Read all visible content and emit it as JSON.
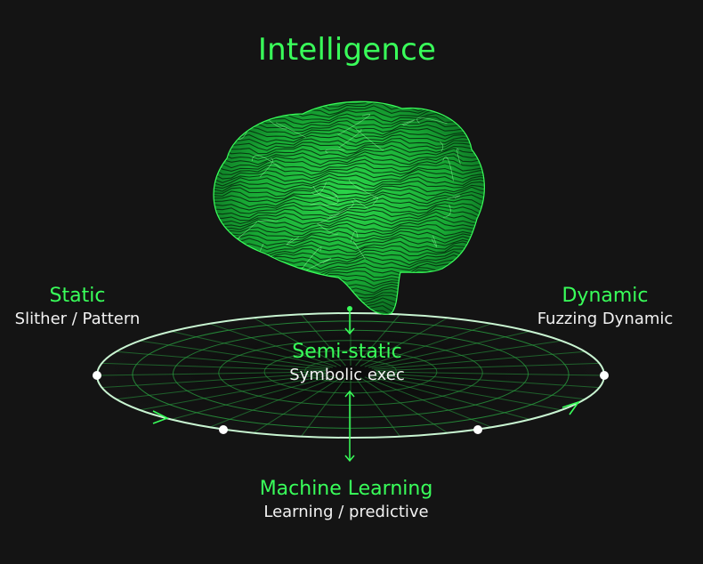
{
  "title": "Intelligence",
  "nodes": {
    "static": {
      "label": "Static",
      "sub": "Slither / Pattern"
    },
    "dynamic": {
      "label": "Dynamic",
      "sub": "Fuzzing Dynamic"
    },
    "semi_static": {
      "label": "Semi-static",
      "sub": "Symbolic exec"
    },
    "machine_learning": {
      "label": "Machine Learning",
      "sub": "Learning / predictive"
    }
  },
  "colors": {
    "background": "#141414",
    "accent": "#39ff5a",
    "text": "#f2f2f2"
  },
  "icons": {
    "brain": "brain-illustration",
    "disk": "grid-disk",
    "arrows": "arrow-down-icon"
  }
}
